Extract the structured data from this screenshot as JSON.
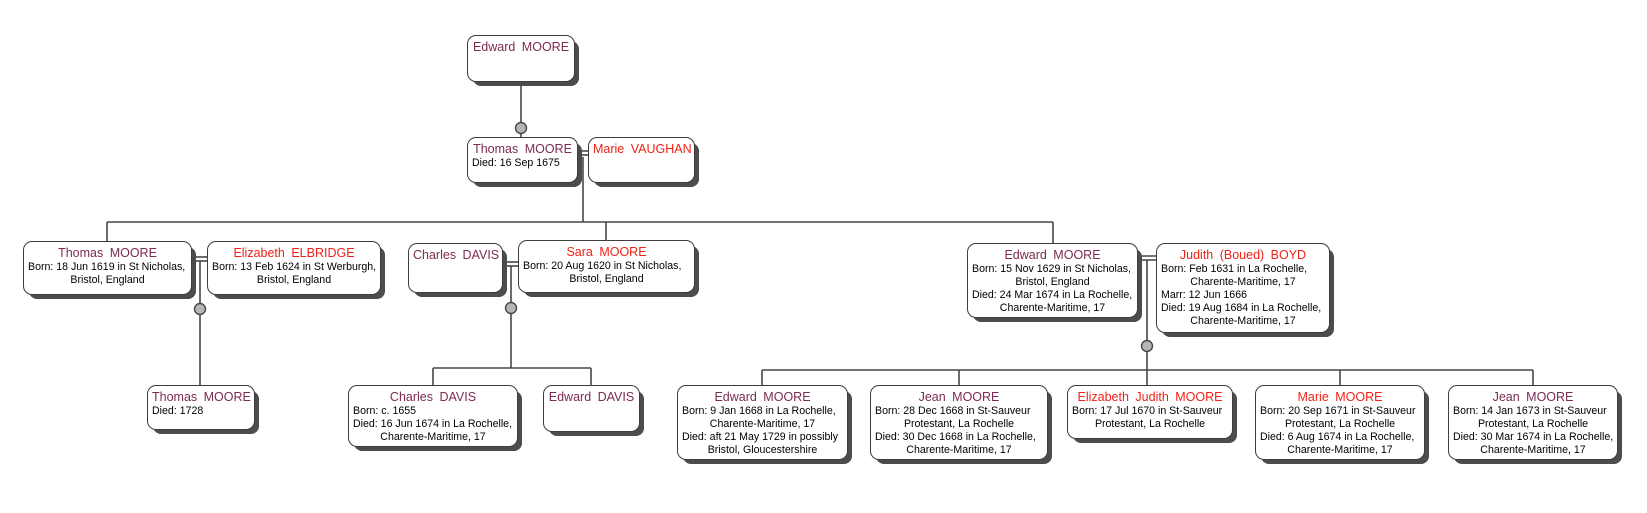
{
  "colors": {
    "male_name": "#7c2b52",
    "female_name": "#ee2217",
    "box_border": "#3e3e3e",
    "box_shadow": "#4c4c4c",
    "connector_line": "#474747",
    "bead_fill": "#b5b5b5",
    "background": "#ffffff"
  },
  "persons": [
    {
      "id": "edward-moore-g1",
      "name": "Edward MOORE",
      "sex": "male",
      "details": []
    },
    {
      "id": "thomas-moore-g2",
      "name": "Thomas MOORE",
      "sex": "male",
      "details": [
        "Died: 16 Sep 1675"
      ]
    },
    {
      "id": "marie-vaughan-g2",
      "name": "Marie VAUGHAN",
      "sex": "female",
      "details": []
    },
    {
      "id": "thomas-moore-g3",
      "name": "Thomas MOORE",
      "sex": "male",
      "details": [
        "Born: 18 Jun 1619 in St Nicholas,",
        "Bristol, England"
      ]
    },
    {
      "id": "elizabeth-elbridge-g3",
      "name": "Elizabeth ELBRIDGE",
      "sex": "female",
      "details": [
        "Born: 13 Feb 1624 in St Werburgh,",
        "Bristol, England"
      ]
    },
    {
      "id": "charles-davis-g3",
      "name": "Charles DAVIS",
      "sex": "male",
      "details": []
    },
    {
      "id": "sara-moore-g3",
      "name": "Sara MOORE",
      "sex": "female",
      "details": [
        "Born: 20 Aug 1620 in St Nicholas,",
        "Bristol, England"
      ]
    },
    {
      "id": "edward-moore-g3",
      "name": "Edward MOORE",
      "sex": "male",
      "details": [
        "Born: 15 Nov 1629 in St Nicholas,",
        "Bristol, England",
        "Died: 24 Mar 1674 in La Rochelle,",
        "Charente-Maritime, 17"
      ]
    },
    {
      "id": "judith-boyd-g3",
      "name": "Judith (Boued) BOYD",
      "sex": "female",
      "details": [
        "Born: Feb 1631 in La Rochelle,",
        "Charente-Maritime, 17",
        "Marr: 12 Jun 1666",
        "Died: 19 Aug 1684 in La Rochelle,",
        "Charente-Maritime, 17"
      ]
    },
    {
      "id": "thomas-moore-g4",
      "name": "Thomas MOORE",
      "sex": "male",
      "details": [
        "Died: 1728"
      ]
    },
    {
      "id": "charles-davis-g4",
      "name": "Charles DAVIS",
      "sex": "male",
      "details": [
        "Born: c. 1655",
        "Died: 16 Jun 1674 in La Rochelle,",
        "Charente-Maritime, 17"
      ]
    },
    {
      "id": "edward-davis-g4",
      "name": "Edward DAVIS",
      "sex": "male",
      "details": []
    },
    {
      "id": "edward-moore-g4",
      "name": "Edward MOORE",
      "sex": "male",
      "details": [
        "Born: 9 Jan 1668 in La Rochelle,",
        "Charente-Maritime, 17",
        "Died: aft 21 May 1729 in possibly",
        "Bristol, Gloucestershire"
      ]
    },
    {
      "id": "jean-moore-g4a",
      "name": "Jean MOORE",
      "sex": "male",
      "details": [
        "Born: 28 Dec 1668 in St-Sauveur",
        "Protestant, La Rochelle",
        "Died: 30 Dec 1668 in La Rochelle,",
        "Charente-Maritime, 17"
      ]
    },
    {
      "id": "elizabeth-judith-moore-g4",
      "name": "Elizabeth Judith MOORE",
      "sex": "female",
      "details": [
        "Born: 17 Jul 1670 in St-Sauveur",
        "Protestant, La Rochelle"
      ]
    },
    {
      "id": "marie-moore-g4",
      "name": "Marie MOORE",
      "sex": "female",
      "details": [
        "Born: 20 Sep 1671 in St-Sauveur",
        "Protestant, La Rochelle",
        "Died: 6 Aug 1674 in La Rochelle,",
        "Charente-Maritime, 17"
      ]
    },
    {
      "id": "jean-moore-g4b",
      "name": "Jean MOORE",
      "sex": "male",
      "details": [
        "Born: 14 Jan 1673 in St-Sauveur",
        "Protestant, La Rochelle",
        "Died: 30 Mar 1674 in La Rochelle,",
        "Charente-Maritime, 17"
      ]
    }
  ],
  "families": [
    {
      "parents": [
        "edward-moore-g1"
      ],
      "children": [
        "thomas-moore-g2"
      ]
    },
    {
      "parents": [
        "thomas-moore-g2",
        "marie-vaughan-g2"
      ],
      "children": [
        "thomas-moore-g3",
        "sara-moore-g3",
        "edward-moore-g3"
      ]
    },
    {
      "parents": [
        "thomas-moore-g3",
        "elizabeth-elbridge-g3"
      ],
      "children": [
        "thomas-moore-g4"
      ]
    },
    {
      "parents": [
        "charles-davis-g3",
        "sara-moore-g3"
      ],
      "children": [
        "charles-davis-g4",
        "edward-davis-g4"
      ]
    },
    {
      "parents": [
        "edward-moore-g3",
        "judith-boyd-g3"
      ],
      "children": [
        "edward-moore-g4",
        "jean-moore-g4a",
        "elizabeth-judith-moore-g4",
        "marie-moore-g4",
        "jean-moore-g4b"
      ]
    }
  ]
}
